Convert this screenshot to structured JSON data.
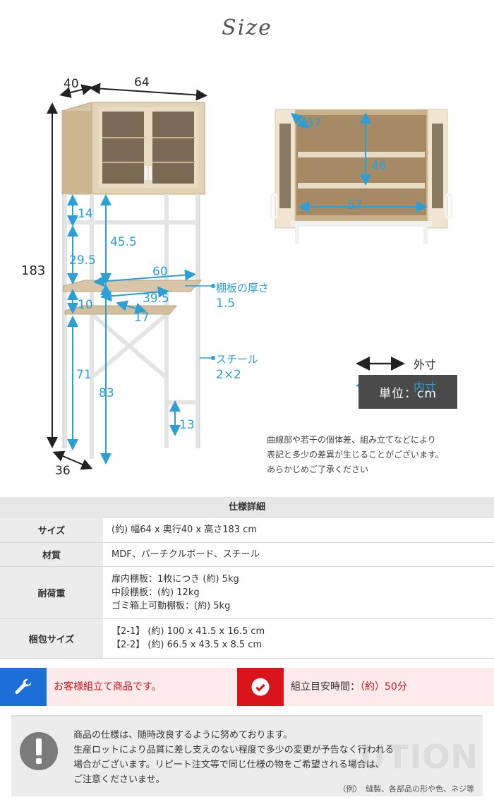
{
  "header": {
    "title": "Size"
  },
  "diagram": {
    "left_dims": {
      "depth_top": "40",
      "width_top": "64",
      "total_height": "183",
      "depth_bottom": "36",
      "gap_top": "14",
      "shelf_space": "45.5",
      "gap_mid": "29.5",
      "shelf_width": "60",
      "shelf_depth": "39.5",
      "gap_lower": "10",
      "lower_depth": "17",
      "leg_h": "71",
      "inner_h": "83",
      "foot_h": "13"
    },
    "callouts": {
      "shelf_thickness_label": "棚板の厚さ",
      "shelf_thickness_value": "1.5",
      "steel_label": "スチール",
      "steel_value": "2×2"
    },
    "cabinet_dims": {
      "depth": "37",
      "height": "46",
      "width": "57"
    },
    "legend": {
      "unit": "単位：cm",
      "outer": "外寸",
      "inner": "内寸"
    },
    "note": [
      "曲線部や若干の個体差、組み立てなどにより",
      "表記と多少の差異が生じることがございます。",
      "あらかじめご了承ください"
    ]
  },
  "spec": {
    "title": "仕様詳細",
    "rows": [
      {
        "key": "サイズ",
        "values": [
          "(約) 幅64 x 奥行40 x 高さ183 cm"
        ]
      },
      {
        "key": "材質",
        "values": [
          "MDF、パーチクルボード、スチール"
        ]
      },
      {
        "key": "耐荷重",
        "values": [
          "扉内棚板：1枚につき (約) 5kg",
          "中段棚板：(約) 12kg",
          "ゴミ箱上可動棚板：(約) 5kg"
        ]
      },
      {
        "key": "梱包サイズ",
        "values": [
          "【2-1】 (約) 100 x 41.5 x 16.5 cm",
          "【2-2】 (約) 66.5 x 43.5 x 8.5 cm"
        ]
      }
    ]
  },
  "assembly": {
    "left_text": "お客様組立て商品です。",
    "right_label": "組立目安時間：",
    "right_value": "（約）50分"
  },
  "caution": {
    "lines": [
      "商品の仕様は、随時改良するように努めております。",
      "生産ロットにより品質に差し支えのない程度で多少の変更が予告なく行われる",
      "場合がございます。リピート注文等で同じ仕様の物をご希望される場合は、",
      "ご注意くださいませ。"
    ],
    "watermark": "UTION",
    "example": "（例）　縫製、各部品の形や色、ネジ等"
  },
  "colors": {
    "accent_blue": "#2a9fd8",
    "accent_red": "#d9141b",
    "icon_blue": "#1c6fd6"
  }
}
